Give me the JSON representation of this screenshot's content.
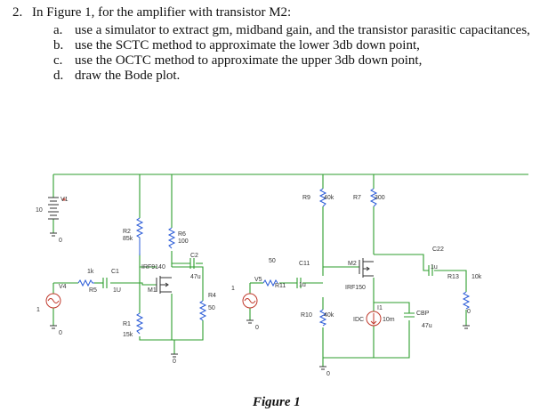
{
  "question": {
    "number": "2.",
    "text": "In Figure 1, for the amplifier with transistor M2:",
    "items": [
      {
        "label": "a.",
        "text": "use a simulator to extract gm, midband gain, and the transistor parasitic capacitances,"
      },
      {
        "label": "b.",
        "text": "use the SCTC method to approximate the lower 3db down point,"
      },
      {
        "label": "c.",
        "text": "use the OCTC method to approximate the upper 3db down point,"
      },
      {
        "label": "d.",
        "text": "draw the Bode plot."
      }
    ]
  },
  "schematic": {
    "labels": {
      "v1": "V1",
      "v1_value": "10",
      "gnd": "0",
      "r2": "R2",
      "r2_value": "85k",
      "r6": "R6",
      "r6_value": "100",
      "c2": "C2",
      "c2_value": "47u",
      "m1_part": "IRF9140",
      "m1": "M1",
      "r5": "R5",
      "r5_value": "1k",
      "c1": "C1",
      "c1_value": "1U",
      "v4": "V4",
      "v4_value": "1",
      "r4": "R4",
      "r4_value": "50",
      "r1": "R1",
      "r1_value": "15k",
      "r9": "R9",
      "r9_value": "40k",
      "r7": "R7",
      "r7_value": "300",
      "v5": "V5",
      "v5_value": "1",
      "r11": "R11",
      "r11_value": "50",
      "c11": "C11",
      "c11_value": "1u",
      "m2": "M2",
      "m2_part": "IRF150",
      "c22": "C22",
      "c22_value": "1u",
      "r13": "R13",
      "r13_value": "10k",
      "r10": "R10",
      "r10_value": "40k",
      "i1": "I1",
      "i1_type": "IDC",
      "i1_value": "10m",
      "cbp": "CBP",
      "cbp_value": "47u"
    }
  },
  "figure": {
    "caption": "Figure 1"
  },
  "colors": {
    "wire": "#2e9e2e",
    "resistor": "#2a5bd7",
    "source": "#c0392b",
    "text": "#111111"
  }
}
